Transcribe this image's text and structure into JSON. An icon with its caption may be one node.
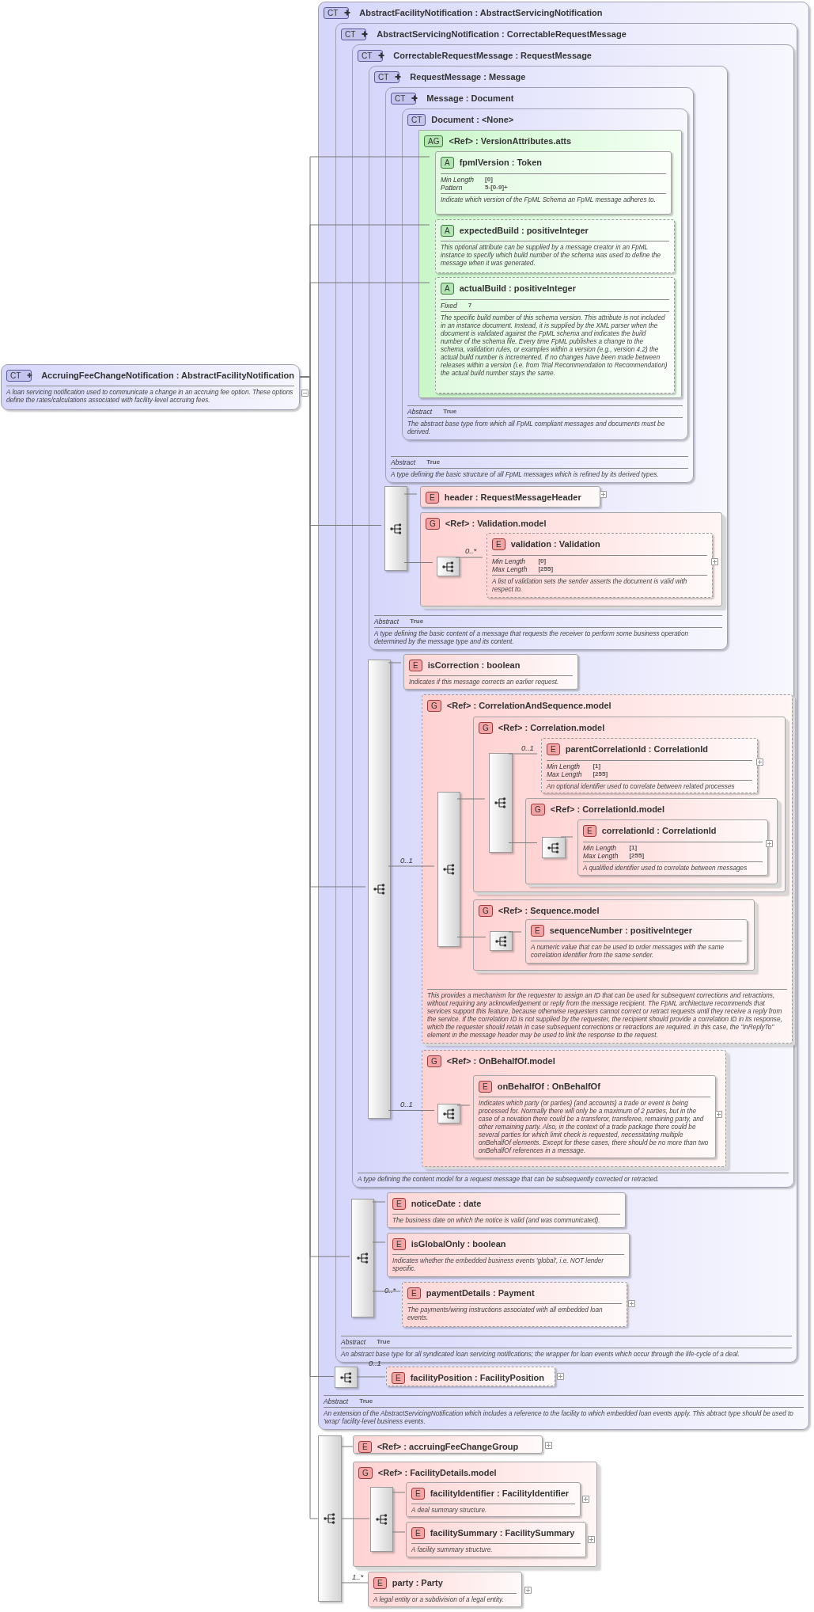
{
  "diagram": {
    "nodes": [
      {
        "text": [
          "CT",
          "AccruingFeeChangeNotification : AbstractFacilityNotification",
          "A loan servicing notification used to communicate a change in an accruing fee option. These options define the rates/calculations associated with facility-level accruing fees."
        ]
      },
      {
        "text": [
          "CT",
          "AbstractFacilityNotification : AbstractServicingNotification",
          "Abstract",
          "True",
          "An extension of the AbstractServicingNotification which includes a reference to the facility to which embedded loan events apply. This abtract type should be used to 'wrap' facility-level business events."
        ]
      },
      {
        "text": [
          "CT",
          "AbstractServicingNotification : CorrectableRequestMessage",
          "Abstract",
          "True",
          "An abstract base type for all syndicated loan servicing notifications; the wrapper for loan events which occur through the life-cycle of a deal."
        ],
        "in": 1
      },
      {
        "text": [
          "CT",
          "CorrectableRequestMessage : RequestMessage",
          "A type defining the content model for a request message that can be subsequently corrected or retracted."
        ],
        "in": 2
      },
      {
        "text": [
          "CT",
          "RequestMessage : Message",
          "Abstract",
          "True",
          "A type defining the basic content of a message that requests the receiver to perform some business operation determined by the message type and its content."
        ],
        "in": 3
      },
      {
        "text": [
          "CT",
          "Message : Document",
          "Abstract",
          "True",
          "A type defining the basic structure of all FpML messages which is refined by its derived types."
        ],
        "in": 4
      },
      {
        "text": [
          "CT",
          "Document : <None>",
          "Abstract",
          "True",
          "The abstract base type from which all FpML compliant messages and documents must be derived."
        ],
        "in": 5
      },
      {
        "text": [
          "AG",
          "<Ref> : VersionAttributes.atts"
        ],
        "in": 6
      },
      {
        "text": [
          "A",
          "fpmlVersion : Token",
          "Min Length",
          "[0]",
          "Pattern",
          "5-[0-9]+",
          "Indicate which version of the FpML Schema an FpML message adheres to."
        ],
        "in": 7
      },
      {
        "text": [
          "A",
          "expectedBuild : positiveInteger",
          "This optional attribute can be supplied by a message creator in an FpML instance to specify which build number of the schema was used to define the message when it was generated."
        ],
        "in": 7
      },
      {
        "text": [
          "A",
          "actualBuild : positiveInteger",
          "Fixed",
          "7",
          "The specific build number of this schema version. This attribute is not included in an instance document. Instead, it is supplied by the XML parser when the document is validated against the FpML schema and indicates the build number of the schema file. Every time FpML publishes a change to the schema, validation rules, or examples within a version (e.g., version 4.2) the actual build number is incremented. If no changes have been made between releases within a version (i.e. from Trial Recommendation to Recommendation) the actual build number stays the same."
        ],
        "in": 7
      },
      {
        "text": [],
        "shape": "bar",
        "in": 4
      },
      {
        "text": [
          "E",
          "header : RequestMessageHeader"
        ],
        "in": 4
      },
      {
        "text": [
          "G",
          "<Ref> : Validation.model"
        ],
        "in": 4
      },
      {
        "text": [],
        "shape": "bar",
        "in": 13
      },
      {
        "text": [
          "E",
          "validation : Validation",
          "Min Length",
          "[0]",
          "Max Length",
          "[255]",
          "A list of validation sets the sender asserts the document is valid with respect to."
        ],
        "in": 13
      },
      {
        "text": [],
        "shape": "bar",
        "in": 3
      },
      {
        "text": [
          "E",
          "isCorrection : boolean",
          "Indicates if this message corrects an earlier request."
        ],
        "in": 3
      },
      {
        "text": [
          "G",
          "<Ref> : CorrelationAndSequence.model",
          "This provides a mechanism for the requester to assign an ID that can be used for subsequent corrections and retractions, without requiring any acknowledgement or reply from the message recipient. The FpML architecture recommends that services support this feature, because otherwise requesters cannot correct or retract requests until they receive a reply from the service. If the correlation ID is not supplied by the requester, the recipient should provide a correlation ID in its response, which the requester should retain in case subsequent corrections or retractions are required. In this case, the \"inReplyTo\" element in the message header may be used to link the response to the request."
        ],
        "in": 3
      },
      {
        "text": [],
        "shape": "bar",
        "in": 18
      },
      {
        "text": [
          "G",
          "<Ref> : Correlation.model"
        ],
        "in": 18
      },
      {
        "text": [],
        "shape": "bar",
        "in": 20
      },
      {
        "text": [
          "E",
          "parentCorrelationId : CorrelationId",
          "Min Length",
          "[1]",
          "Max Length",
          "[255]",
          "An optional identifier used to correlate between related processes"
        ],
        "in": 20
      },
      {
        "text": [
          "G",
          "<Ref> : CorrelationId.model"
        ],
        "in": 20
      },
      {
        "text": [],
        "shape": "bar",
        "in": 23
      },
      {
        "text": [
          "E",
          "correlationId : CorrelationId",
          "Min Length",
          "[1]",
          "Max Length",
          "[255]",
          "A qualified identifier used to correlate between messages"
        ],
        "in": 23
      },
      {
        "text": [
          "G",
          "<Ref> : Sequence.model"
        ],
        "in": 18
      },
      {
        "text": [],
        "shape": "bar",
        "in": 26
      },
      {
        "text": [
          "E",
          "sequenceNumber : positiveInteger",
          "A numeric value that can be used to order messages with the same correlation identifier from the same sender."
        ],
        "in": 26
      },
      {
        "text": [
          "G",
          "<Ref> : OnBehalfOf.model"
        ],
        "in": 3
      },
      {
        "text": [],
        "shape": "bar",
        "in": 29
      },
      {
        "text": [
          "E",
          "onBehalfOf : OnBehalfOf",
          "Indicates which party (or parties) (and accounts) a trade or event is being processed for. Normally there will only be a maximum of 2 parties, but in the case of a novation there could be a transferor, transferee, remaining party, and other remaining party. Also, in the context of a trade package there could be several parties for which limit check is requested, necessitating multiple onBehalfOf elements. Except for these cases, there should be no more than two onBehalfOf references in a message."
        ],
        "in": 29
      },
      {
        "text": [],
        "shape": "bar",
        "in": 2
      },
      {
        "text": [
          "E",
          "noticeDate : date",
          "The business date on which the notice is valid (and was communicated)."
        ],
        "in": 2
      },
      {
        "text": [
          "E",
          "isGlobalOnly : boolean",
          "Indicates whether the embedded business events 'global', i.e. NOT lender specific."
        ],
        "in": 2
      },
      {
        "text": [
          "E",
          "paymentDetails : Payment",
          "The payments/wiring instructions associated with all embedded loan events."
        ],
        "in": 2
      },
      {
        "text": [],
        "shape": "bar",
        "in": 1
      },
      {
        "text": [
          "E",
          "facilityPosition : FacilityPosition"
        ],
        "in": 1
      },
      {
        "text": [],
        "shape": "bar"
      },
      {
        "text": [
          "E",
          "<Ref> : accruingFeeChangeGroup"
        ]
      },
      {
        "text": [
          "G",
          "<Ref> : FacilityDetails.model"
        ]
      },
      {
        "text": [],
        "shape": "bar",
        "in": 40
      },
      {
        "text": [
          "E",
          "facilityIdentifier : FacilityIdentifier",
          "A deal summary structure."
        ],
        "in": 40
      },
      {
        "text": [
          "E",
          "facilitySummary : FacilitySummary",
          "A facility summary structure."
        ],
        "in": 40
      },
      {
        "text": [
          "E",
          "party : Party",
          "A legal entity or a subdivision of a legal entity."
        ]
      }
    ],
    "edges": [
      {
        "from": 0,
        "to": 11,
        "arrow": "none"
      },
      {
        "from": 0,
        "to": 16,
        "arrow": "none"
      },
      {
        "from": 0,
        "to": 32,
        "arrow": "none"
      },
      {
        "from": 0,
        "to": 36,
        "arrow": "none"
      },
      {
        "from": 0,
        "to": 38,
        "arrow": "none"
      },
      {
        "from": 0,
        "to": 8,
        "arrow": "none"
      },
      {
        "from": 0,
        "to": 9,
        "arrow": "none"
      },
      {
        "from": 0,
        "to": 10,
        "arrow": "none"
      },
      {
        "from": 11,
        "to": 12,
        "arrow": "none"
      },
      {
        "from": 11,
        "to": 14,
        "arrow": "none"
      },
      {
        "from": 14,
        "to": 15,
        "arrow": "none",
        "label": "0..*"
      },
      {
        "from": 16,
        "to": 17,
        "arrow": "none"
      },
      {
        "from": 16,
        "to": 19,
        "arrow": "none",
        "label": "0..1"
      },
      {
        "from": 19,
        "to": 21,
        "arrow": "none"
      },
      {
        "from": 21,
        "to": 22,
        "arrow": "none",
        "label": "0..1"
      },
      {
        "from": 21,
        "to": 24,
        "arrow": "none"
      },
      {
        "from": 24,
        "to": 25,
        "arrow": "none"
      },
      {
        "from": 19,
        "to": 27,
        "arrow": "none"
      },
      {
        "from": 27,
        "to": 28,
        "arrow": "none"
      },
      {
        "from": 16,
        "to": 30,
        "arrow": "none",
        "label": "0..1"
      },
      {
        "from": 30,
        "to": 31,
        "arrow": "none"
      },
      {
        "from": 32,
        "to": 33,
        "arrow": "none"
      },
      {
        "from": 32,
        "to": 34,
        "arrow": "none"
      },
      {
        "from": 32,
        "to": 35,
        "arrow": "none",
        "label": "0..*"
      },
      {
        "from": 36,
        "to": 37,
        "arrow": "none",
        "label": "0..1"
      },
      {
        "from": 38,
        "to": 39,
        "arrow": "none"
      },
      {
        "from": 38,
        "to": 41,
        "arrow": "none"
      },
      {
        "from": 41,
        "to": 42,
        "arrow": "none"
      },
      {
        "from": 41,
        "to": 43,
        "arrow": "none"
      },
      {
        "from": 38,
        "to": 44,
        "arrow": "none",
        "label": "1..*"
      }
    ]
  }
}
